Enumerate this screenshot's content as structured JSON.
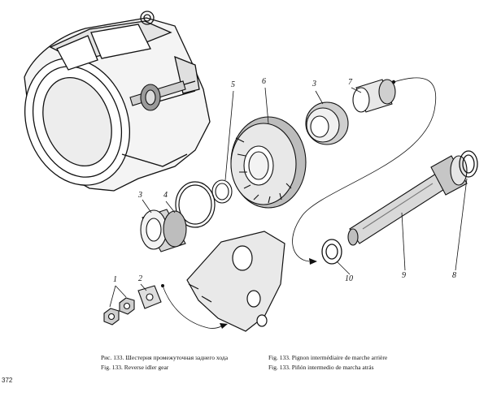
{
  "callouts": {
    "c5": "5",
    "c6": "6",
    "c3a": "3",
    "c7": "7",
    "c3b": "3",
    "c4": "4",
    "c1": "1",
    "c2": "2",
    "c10": "10",
    "c9": "9",
    "c8": "8"
  },
  "captions": {
    "ru": "Рис. 133. Шестерня промежуточная заднего хода",
    "en": "Fig. 133. Reverse idler gear",
    "fr": "Fig. 133. Pignon intermédiaire de marche arrière",
    "es": "Fig. 133. Piñón intermedio de marcha atrás"
  },
  "page_number": "372"
}
